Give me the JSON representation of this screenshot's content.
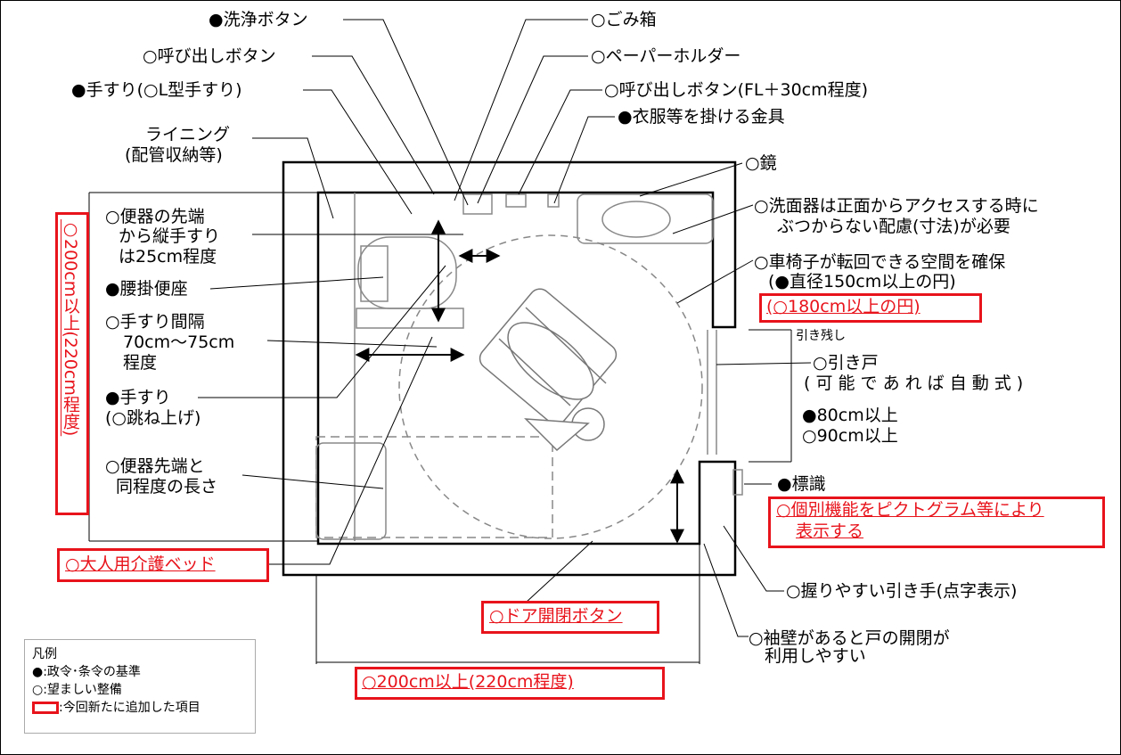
{
  "labels": {
    "flush_button": "●洗浄ボタン",
    "call_button": "○呼び出しボタン",
    "handrail_l": "●手すり(○L型手すり)",
    "lining": "ライニング",
    "lining_sub": "(配管収納等)",
    "toilet_tip_1": "○便器の先端",
    "toilet_tip_2": "から縦手すり",
    "toilet_tip_3": "は25cm程度",
    "toilet_seat": "●腰掛便座",
    "rail_gap_1": "○手すり間隔",
    "rail_gap_2": "70cm～75cm",
    "rail_gap_3": "程度",
    "handrail_flip_1": "●手すり",
    "handrail_flip_2": "(○跳ね上げ)",
    "same_length_1": "○便器先端と",
    "same_length_2": "同程度の長さ",
    "adult_bed": "○大人用介護ベッド",
    "trash": "○ごみ箱",
    "paper_holder": "○ペーパーホルダー",
    "call_button_low": "○呼び出しボタン(FL＋30cm程度)",
    "hook": "●衣服等を掛ける金具",
    "mirror": "○鏡",
    "washbasin_1": "○洗面器は正面からアクセスする時に",
    "washbasin_2": "ぶつからない配慮(寸法)が必要",
    "turn_space_1": "○車椅子が転回できる空間を確保",
    "turn_space_2": "(●直径150cm以上の円)",
    "turn_space_3": "(○180cm以上の円)",
    "door_pocket": "引き残し",
    "sliding_door_1": "○引き戸",
    "sliding_door_2": "( 可 能 で あ れ ば 自 動 式 )",
    "door_w_1": "●80cm以上",
    "door_w_2": "○90cm以上",
    "sign": "●標識",
    "pictogram_1": "○個別機能をピクトグラム等により",
    "pictogram_2": "表示する",
    "pull_handle": "○握りやすい引き手(点字表示)",
    "door_button": "○ドア開閉ボタン",
    "sleeve_wall_1": "○袖壁があると戸の開閉が",
    "sleeve_wall_2": "利用しやすい",
    "width_dim": "○200cm以上(220cm程度)",
    "depth_dim": "○200cm以上(220cm程度)"
  },
  "legend": {
    "title": "凡例",
    "item1": "●:政令･条令の基準",
    "item2": "○:望ましい整備",
    "item3": ":今回新たに追加した項目"
  },
  "colors": {
    "accent_red": "#e8131b"
  }
}
